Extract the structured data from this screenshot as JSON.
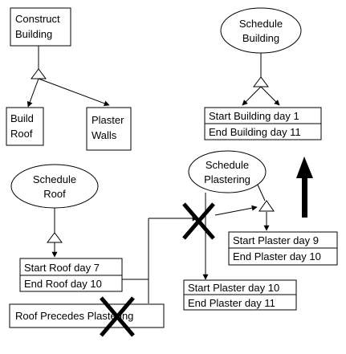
{
  "nodes": {
    "construct_building": [
      "Construct",
      "Building"
    ],
    "build_roof": [
      "Build",
      "Roof"
    ],
    "plaster_walls": [
      "Plaster",
      "Walls"
    ],
    "schedule_building": [
      "Schedule",
      "Building"
    ],
    "schedule_roof": [
      "Schedule",
      "Roof"
    ],
    "schedule_plastering": [
      "Schedule",
      "Plastering"
    ],
    "building_times": [
      "Start Building day 1",
      "End Building day 11"
    ],
    "roof_times": [
      "Start Roof day 7",
      "End Roof day 10"
    ],
    "plaster_times_new": [
      "Start Plaster day 9",
      "End Plaster day 10"
    ],
    "plaster_times_old": [
      "Start Plaster day 10",
      "End Plaster day 11"
    ],
    "constraint": "Roof Precedes Plastering"
  },
  "colors": {
    "ink": "#000000",
    "paper": "#ffffff"
  },
  "icons": {
    "struck": "x-mark-icon",
    "propagation": "up-arrow-icon",
    "decomposition": "triangle-icon"
  }
}
